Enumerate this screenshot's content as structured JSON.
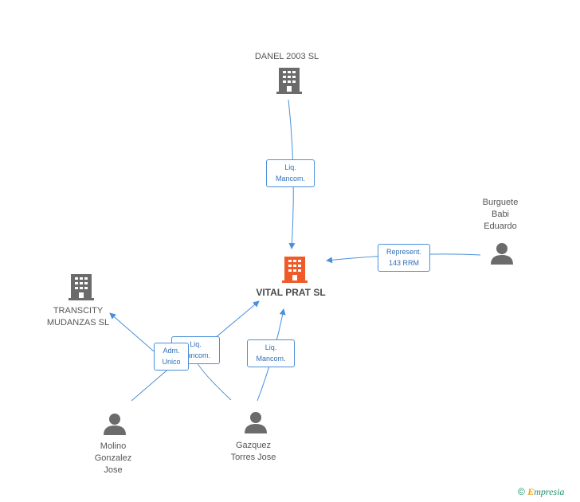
{
  "nodes": {
    "danel": {
      "label": "DANEL 2003  SL",
      "type": "company"
    },
    "vital": {
      "label": "VITAL PRAT SL",
      "type": "company-main"
    },
    "transcity": {
      "label": "TRANSCITY\nMUDANZAS  SL",
      "type": "company"
    },
    "burguete": {
      "label": "Burguete\nBabi\nEduardo",
      "type": "person"
    },
    "molino": {
      "label": "Molino\nGonzalez\nJose",
      "type": "person"
    },
    "gazquez": {
      "label": "Gazquez\nTorres Jose",
      "type": "person"
    }
  },
  "edges": {
    "danel_vital": {
      "label": "Liq.\nMancom."
    },
    "burguete_vital": {
      "label": "Represent.\n143 RRM"
    },
    "molino_transcity": {
      "label": "Adm.\nUnico"
    },
    "gazquez_vital_a": {
      "label": "Liq.\nMancom."
    },
    "gazquez_vital_b": {
      "label": "Liq.\nMancom."
    }
  },
  "colors": {
    "edge": "#4a90d9",
    "company_icon": "#6b6b6b",
    "main_icon": "#f05a28",
    "person_icon": "#6b6b6b"
  },
  "footer": {
    "copyright": "©",
    "brand_first": "E",
    "brand_rest": "mpresia"
  }
}
